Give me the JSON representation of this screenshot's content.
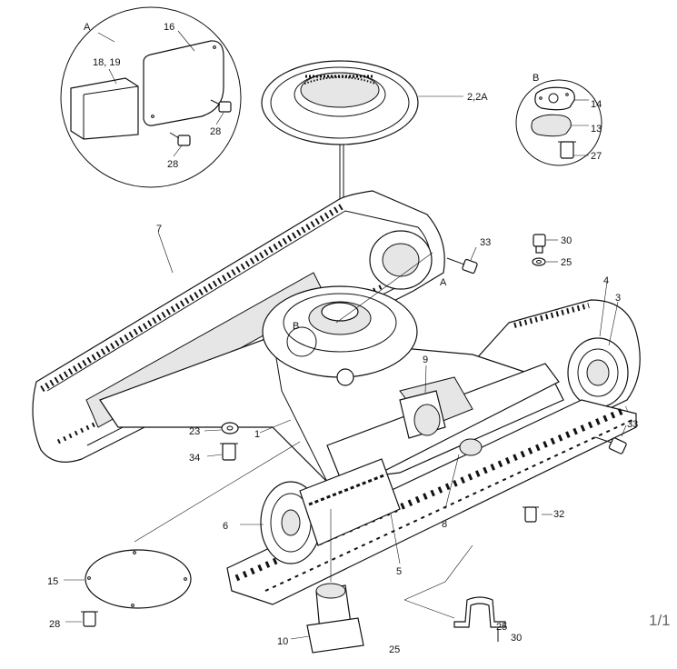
{
  "detail_labels": {
    "a": "A",
    "b": "B"
  },
  "callouts": {
    "p16": "16",
    "p18_19": "18, 19",
    "p28_a1": "28",
    "p28_a2": "28",
    "p2_2a": "2,2A",
    "p14": "14",
    "p13": "13",
    "p27": "27",
    "p7": "7",
    "p33_top": "33",
    "p30_top": "30",
    "p25_top": "25",
    "p4": "4",
    "p3": "3",
    "p_a_frame": "A",
    "p_b_frame": "B",
    "p9": "9",
    "p23": "23",
    "p1": "1",
    "p34": "34",
    "p33_right": "33",
    "p6": "6",
    "p8": "8",
    "p32": "32",
    "p5": "5",
    "p15": "15",
    "p28_bottom": "28",
    "p10": "10",
    "p25_bottom": "25",
    "p30_bottom": "30",
    "p25_cut": "25"
  },
  "page_indicator": "1/1"
}
